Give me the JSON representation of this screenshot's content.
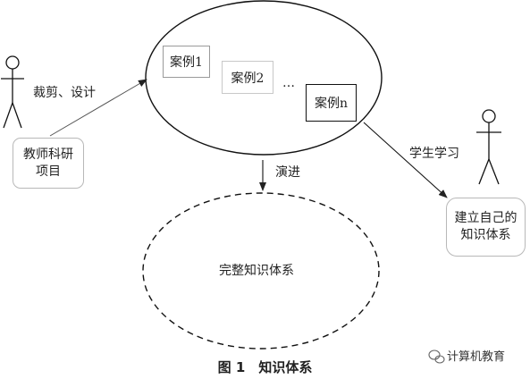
{
  "cases": {
    "case1": "案例1",
    "case2": "案例2",
    "ellipsis": "…",
    "casen": "案例n"
  },
  "actors": {
    "teacher_box": [
      "教师科研",
      "项目"
    ],
    "student_box": [
      "建立自己的",
      "知识体系"
    ]
  },
  "arrows": {
    "teacher_to_cases": "裁剪、设计",
    "cases_to_system": "演进",
    "cases_to_student": "学生学习"
  },
  "knowledge_system": "完整知识体系",
  "caption": "图 1　知识体系",
  "watermark": "计算机教育"
}
